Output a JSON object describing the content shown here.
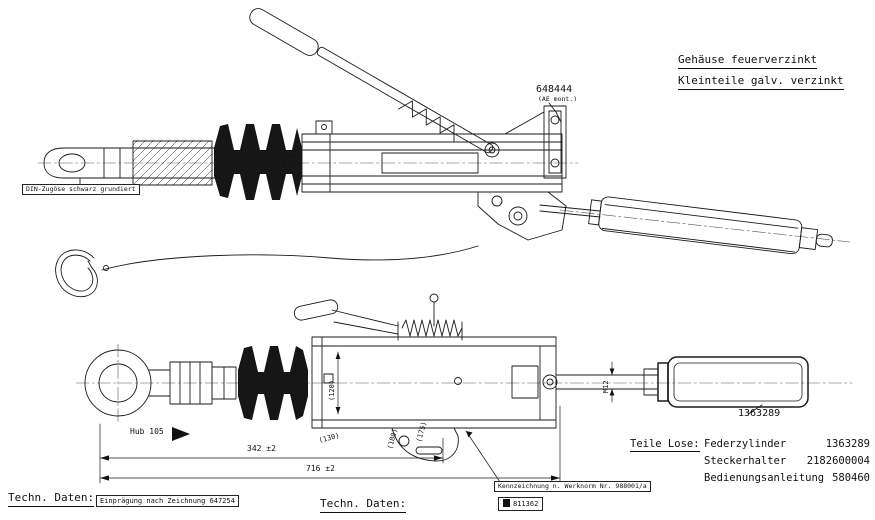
{
  "colors": {
    "ink": "#1a1a1a",
    "background": "#ffffff"
  },
  "notes": {
    "finish_line1": "Gehäuse feuerverzinkt",
    "finish_line2": "Kleinteile galv. verzinkt",
    "part_top": "648444",
    "part_top_sub": "(AE mont.)",
    "zugoese_label": "DIN-Zugöse schwarz grundiert",
    "spring_cylinder_part": "1363289"
  },
  "dimensions": {
    "hub": "Hub 105",
    "dim_342": "342 ±2",
    "dim_716": "716 ±2",
    "dim_130": "(130)",
    "dim_180": "(180)",
    "dim_175": "(175)",
    "dim_120": "(120)",
    "m12": "M12"
  },
  "kennzeichnung": {
    "line1": "Kennzeichnung n. Werknorm Nr. 988001/a",
    "line2": "811362"
  },
  "tech_daten_left": {
    "label": "Techn. Daten:",
    "boxed": "Einprägung nach Zeichnung 647254"
  },
  "tech_daten_mid": "Techn. Daten:",
  "teile_lose": {
    "title": "Teile Lose:",
    "items": [
      {
        "name": "Federzylinder",
        "number": "1363289"
      },
      {
        "name": "Steckerhalter",
        "number": "2182600004"
      },
      {
        "name": "Bedienungsanleitung",
        "number": "580460"
      }
    ]
  }
}
